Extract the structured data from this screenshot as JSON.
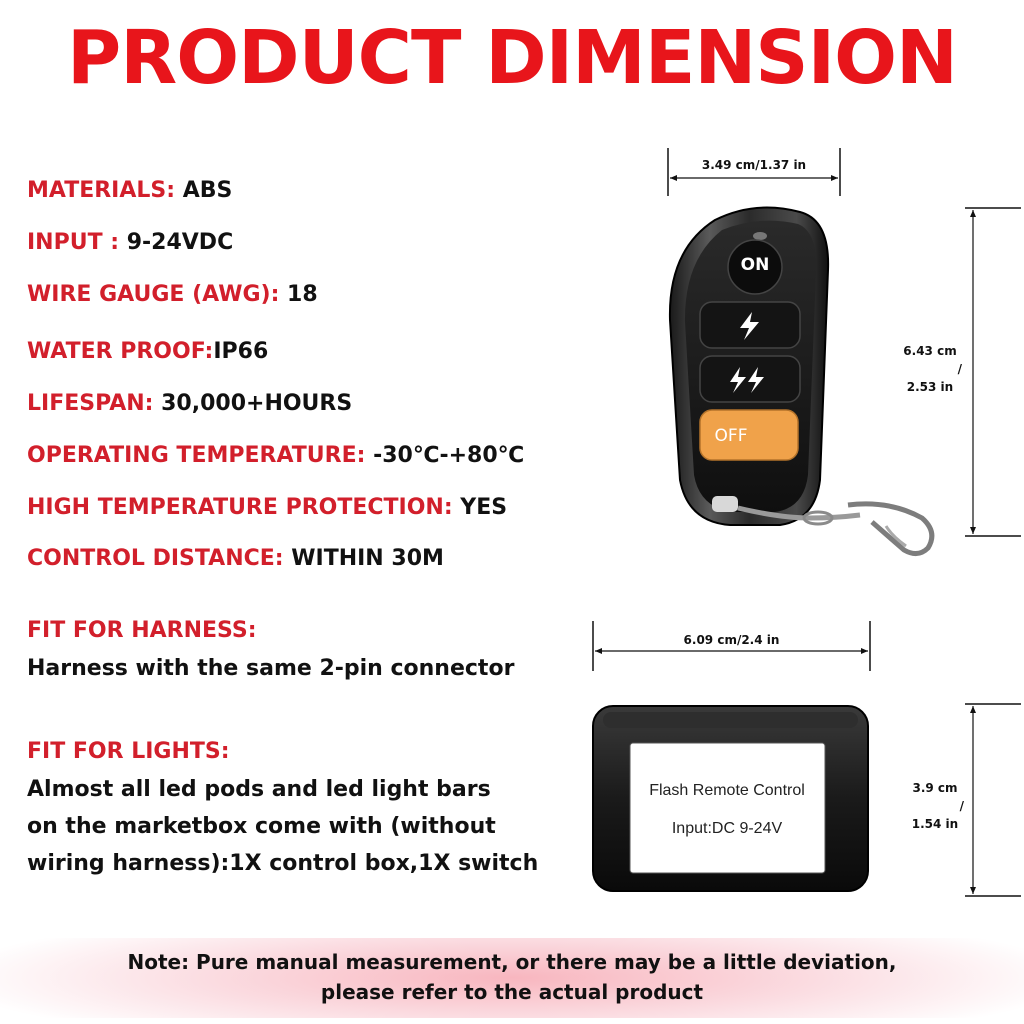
{
  "title": "PRODUCT DIMENSION",
  "specs": [
    {
      "label": "MATERIALS:",
      "value": " ABS"
    },
    {
      "label": "INPUT :",
      "value": " 9-24VDC"
    },
    {
      "label": "WIRE GAUGE (AWG):",
      "value": " 18"
    },
    {
      "label": "WATER PROOF:",
      "value": "IP66"
    },
    {
      "label": "LIFESPAN:",
      "value": " 30,000+HOURS"
    },
    {
      "label": "OPERATING TEMPERATURE:",
      "value": " -30℃-+80℃"
    },
    {
      "label": "HIGH TEMPERATURE PROTECTION:",
      "value": " YES"
    },
    {
      "label": "CONTROL DISTANCE:",
      "value": " WITHIN 30M"
    }
  ],
  "harness": {
    "heading": "FIT FOR HARNESS:",
    "text": "Harness with the same 2-pin connector"
  },
  "lights": {
    "heading": "FIT FOR LIGHTS:",
    "lines": [
      "Almost all led pods and led light bars",
      "on the marketbox come with (without",
      "wiring harness):1X control box,1X switch"
    ]
  },
  "remote": {
    "width_label": "3.49 cm/1.37 in",
    "height_cm": "6.43 cm",
    "height_sep": "/",
    "height_in": "2.53 in",
    "btn_on": "ON",
    "btn_off": "OFF"
  },
  "box": {
    "width_label": "6.09 cm/2.4 in",
    "height_cm": "3.9 cm",
    "height_sep": "/",
    "height_in": "1.54 in",
    "label_line1": "Flash Remote Control",
    "label_line2": "Input:DC 9-24V"
  },
  "note": {
    "line1": "Note: Pure manual measurement, or there may be a little deviation,",
    "line2": "please refer to the actual product"
  },
  "colors": {
    "title_red": "#e8151b",
    "label_red": "#d21f2b",
    "off_button": "#f0a24a"
  }
}
